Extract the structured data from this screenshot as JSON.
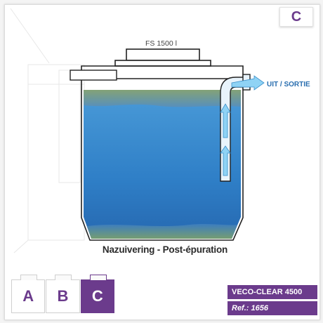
{
  "variant_indicator": "C",
  "tank_capacity_label": "FS 1500 l",
  "outlet_label": "UIT / SORTIE",
  "diagram_caption": "Nazuivering - Post-épuration",
  "variants": [
    {
      "label": "A",
      "active": false
    },
    {
      "label": "B",
      "active": false
    },
    {
      "label": "C",
      "active": true
    }
  ],
  "model_name": "VECO-CLEAR 4500",
  "reference": "Ref.: 1656",
  "colors": {
    "accent_purple": "#6b3b8c",
    "water_blue": "#2f7fc7",
    "sludge_green": "#7fa36a",
    "arrow_blue": "#8fd3f5"
  }
}
